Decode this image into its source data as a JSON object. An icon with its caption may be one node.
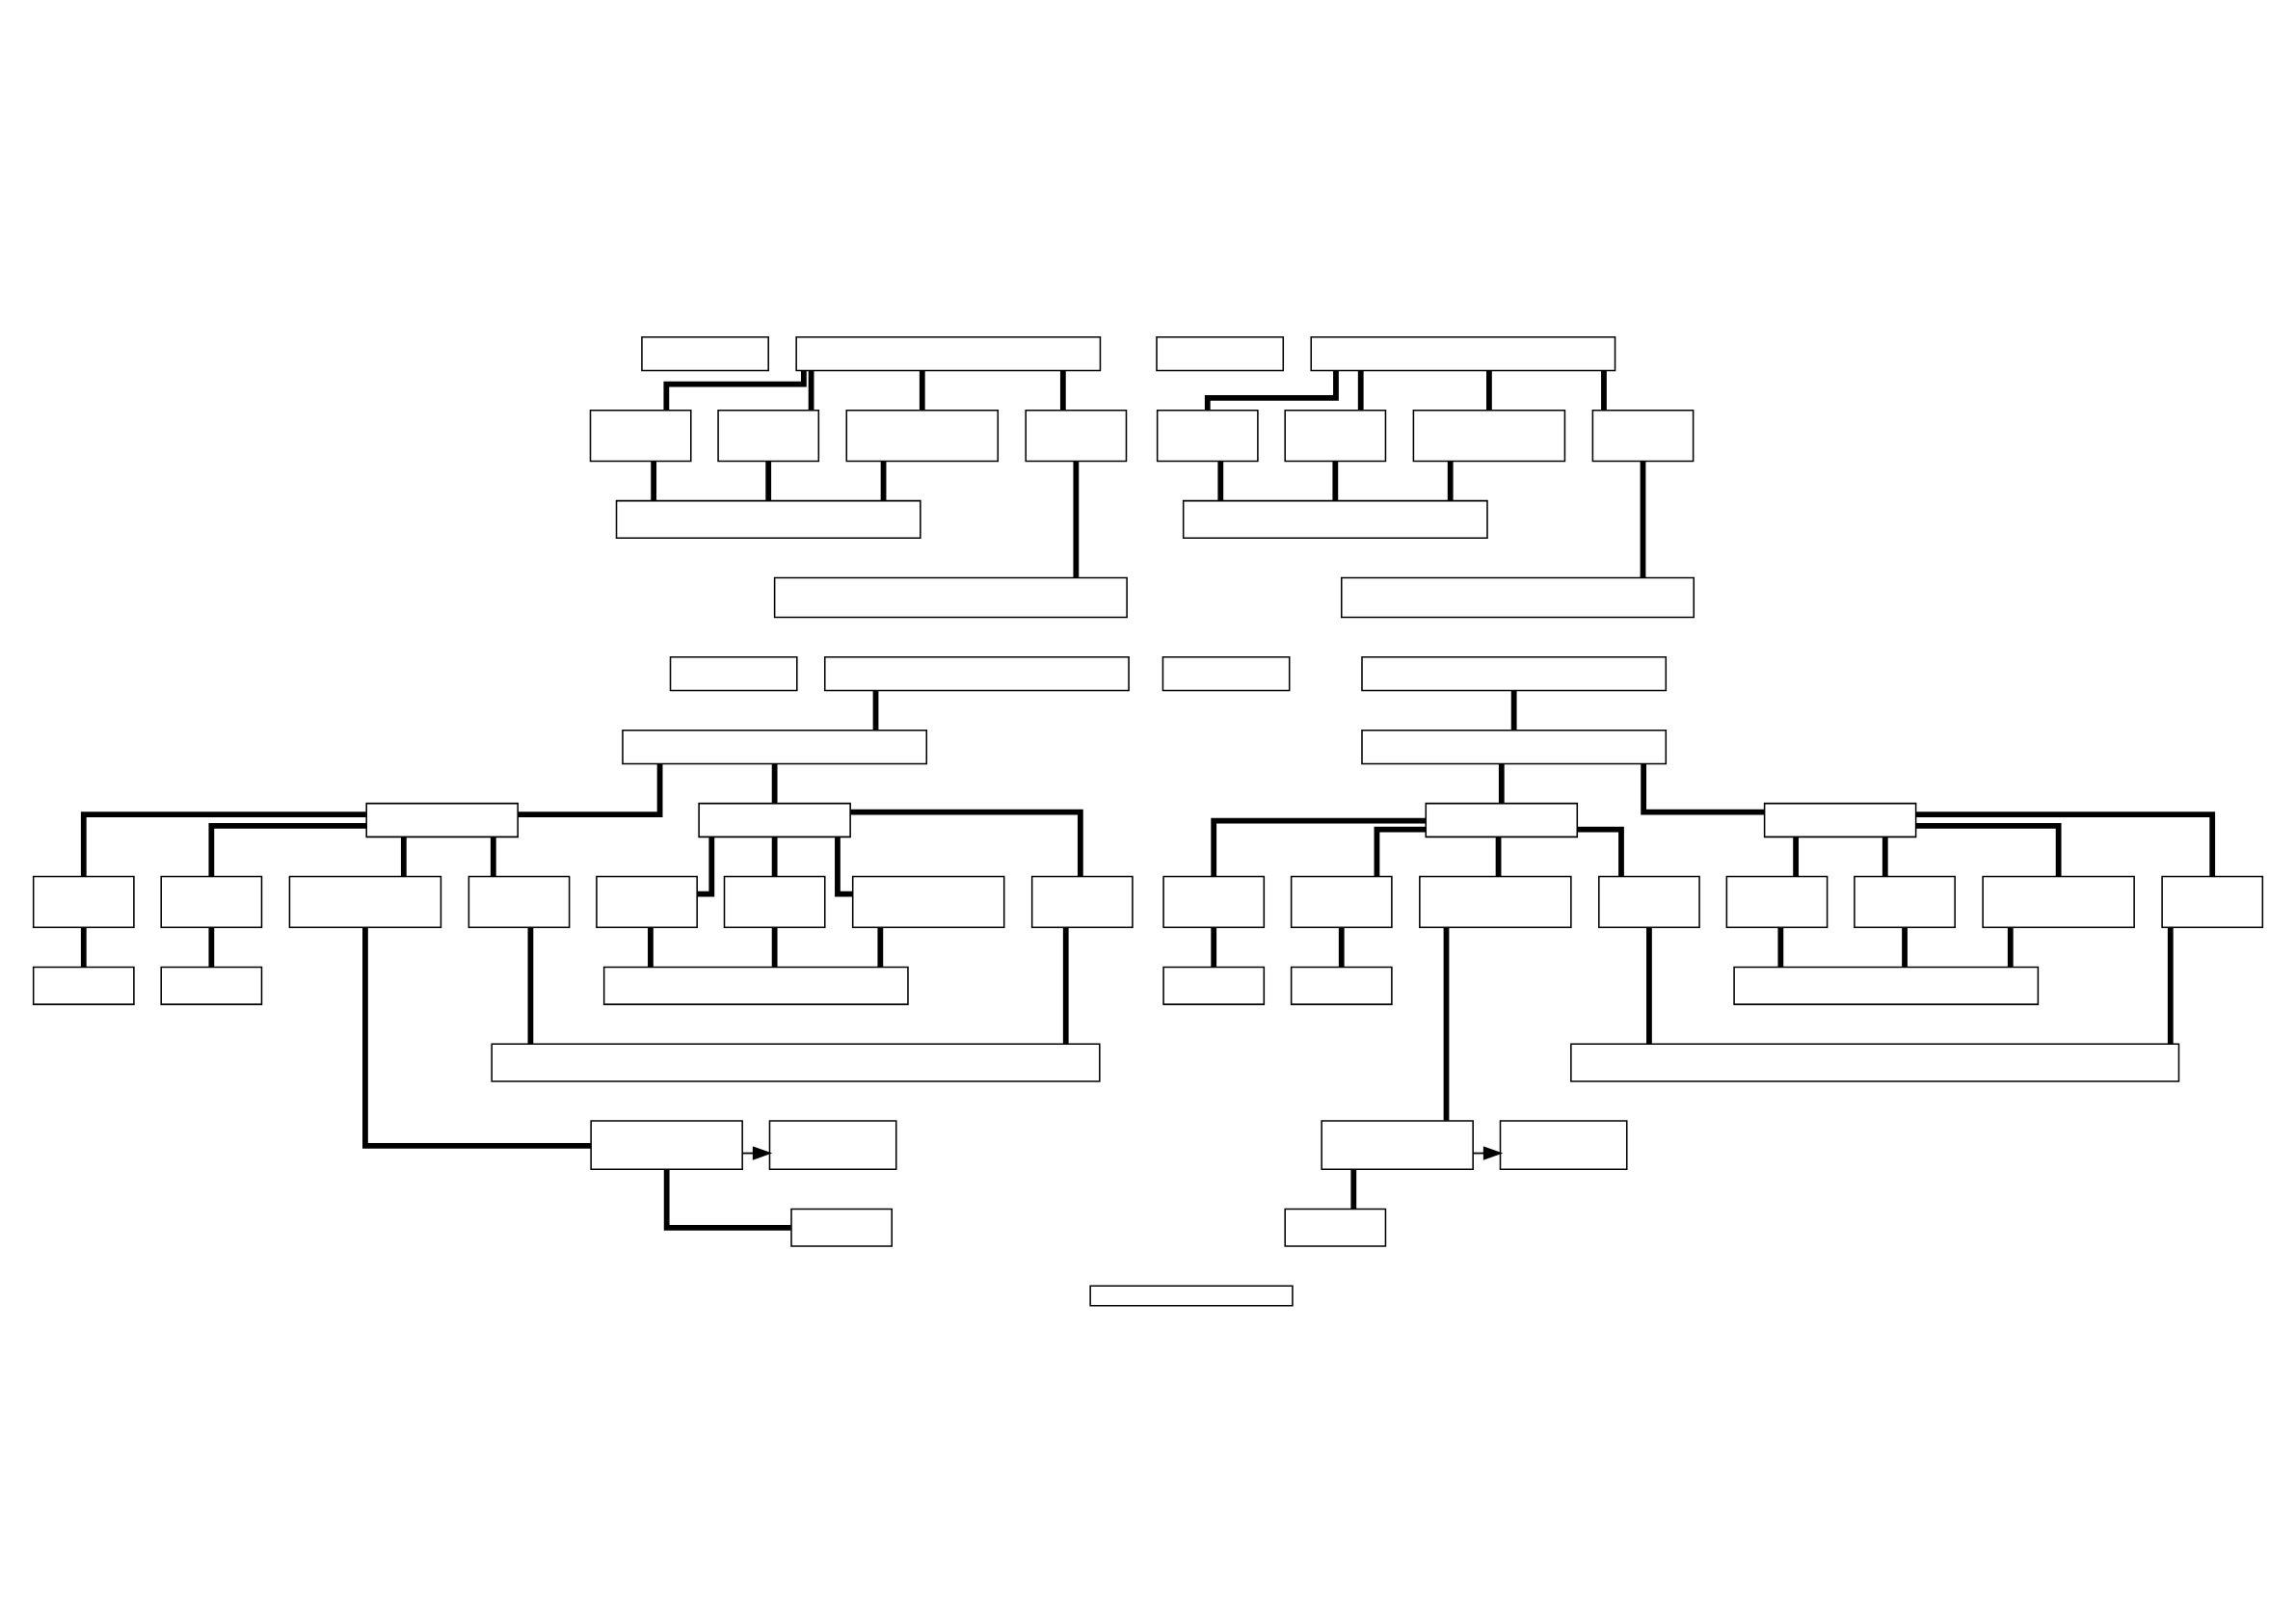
{
  "diagram": {
    "nodes": [
      {
        "text": [],
        "shape": "box"
      },
      {
        "text": [],
        "shape": "box"
      },
      {
        "text": [],
        "shape": "box"
      },
      {
        "text": [],
        "shape": "box"
      },
      {
        "text": [],
        "shape": "box"
      },
      {
        "text": [],
        "shape": "box"
      },
      {
        "text": [],
        "shape": "box"
      },
      {
        "text": [],
        "shape": "box"
      },
      {
        "text": [],
        "shape": "box"
      },
      {
        "text": [],
        "shape": "box"
      },
      {
        "text": [],
        "shape": "box"
      },
      {
        "text": [],
        "shape": "box"
      },
      {
        "text": [],
        "shape": "box"
      },
      {
        "text": [],
        "shape": "box"
      },
      {
        "text": [],
        "shape": "box"
      },
      {
        "text": [],
        "shape": "box"
      },
      {
        "text": [],
        "shape": "box"
      },
      {
        "text": [],
        "shape": "box"
      },
      {
        "text": [],
        "shape": "box"
      },
      {
        "text": [],
        "shape": "box"
      },
      {
        "text": [],
        "shape": "box"
      },
      {
        "text": [],
        "shape": "box"
      },
      {
        "text": [],
        "shape": "box"
      },
      {
        "text": [],
        "shape": "box"
      },
      {
        "text": [],
        "shape": "box"
      },
      {
        "text": [],
        "shape": "box"
      },
      {
        "text": [],
        "shape": "box"
      },
      {
        "text": [],
        "shape": "box"
      },
      {
        "text": [],
        "shape": "box"
      },
      {
        "text": [],
        "shape": "box"
      },
      {
        "text": [],
        "shape": "box"
      },
      {
        "text": [],
        "shape": "box"
      },
      {
        "text": [],
        "shape": "box"
      },
      {
        "text": [],
        "shape": "box"
      },
      {
        "text": [],
        "shape": "box"
      },
      {
        "text": [],
        "shape": "box"
      },
      {
        "text": [],
        "shape": "box"
      },
      {
        "text": [],
        "shape": "box"
      },
      {
        "text": [],
        "shape": "box"
      },
      {
        "text": [],
        "shape": "box"
      },
      {
        "text": [],
        "shape": "box"
      },
      {
        "text": [],
        "shape": "box"
      },
      {
        "text": [],
        "shape": "box"
      },
      {
        "text": [],
        "shape": "box"
      },
      {
        "text": [],
        "shape": "box"
      },
      {
        "text": [],
        "shape": "box"
      },
      {
        "text": [],
        "shape": "box"
      },
      {
        "text": [],
        "shape": "box"
      },
      {
        "text": [],
        "shape": "box"
      },
      {
        "text": [],
        "shape": "box"
      },
      {
        "text": [],
        "shape": "box"
      },
      {
        "text": [],
        "shape": "box"
      },
      {
        "text": [],
        "shape": "box"
      },
      {
        "text": [],
        "shape": "box"
      },
      {
        "text": [],
        "shape": "box"
      },
      {
        "text": [],
        "shape": "box"
      },
      {
        "text": [],
        "shape": "box"
      }
    ],
    "edges": [
      {
        "from": 1,
        "to": 2,
        "arrow": "none"
      },
      {
        "from": 1,
        "to": 3,
        "arrow": "none"
      },
      {
        "from": 1,
        "to": 4,
        "arrow": "none"
      },
      {
        "from": 1,
        "to": 5,
        "arrow": "none"
      },
      {
        "from": 2,
        "to": 6,
        "arrow": "none"
      },
      {
        "from": 3,
        "to": 6,
        "arrow": "none"
      },
      {
        "from": 4,
        "to": 6,
        "arrow": "none"
      },
      {
        "from": 5,
        "to": 7,
        "arrow": "none"
      },
      {
        "from": 9,
        "to": 10,
        "arrow": "none"
      },
      {
        "from": 9,
        "to": 11,
        "arrow": "none"
      },
      {
        "from": 9,
        "to": 12,
        "arrow": "none"
      },
      {
        "from": 9,
        "to": 13,
        "arrow": "none"
      },
      {
        "from": 10,
        "to": 14,
        "arrow": "none"
      },
      {
        "from": 11,
        "to": 14,
        "arrow": "none"
      },
      {
        "from": 12,
        "to": 14,
        "arrow": "none"
      },
      {
        "from": 13,
        "to": 15,
        "arrow": "none"
      },
      {
        "from": 17,
        "to": 18,
        "arrow": "none"
      },
      {
        "from": 18,
        "to": 19,
        "arrow": "none"
      },
      {
        "from": 18,
        "to": 20,
        "arrow": "none"
      },
      {
        "from": 19,
        "to": 21,
        "arrow": "none"
      },
      {
        "from": 19,
        "to": 22,
        "arrow": "none"
      },
      {
        "from": 19,
        "to": 23,
        "arrow": "none"
      },
      {
        "from": 19,
        "to": 24,
        "arrow": "none"
      },
      {
        "from": 20,
        "to": 25,
        "arrow": "none"
      },
      {
        "from": 20,
        "to": 26,
        "arrow": "none"
      },
      {
        "from": 20,
        "to": 27,
        "arrow": "none"
      },
      {
        "from": 20,
        "to": 28,
        "arrow": "none"
      },
      {
        "from": 21,
        "to": 29,
        "arrow": "none"
      },
      {
        "from": 22,
        "to": 30,
        "arrow": "none"
      },
      {
        "from": 23,
        "to": 33,
        "arrow": "none"
      },
      {
        "from": 24,
        "to": 32,
        "arrow": "none"
      },
      {
        "from": 25,
        "to": 31,
        "arrow": "none"
      },
      {
        "from": 26,
        "to": 31,
        "arrow": "none"
      },
      {
        "from": 27,
        "to": 31,
        "arrow": "none"
      },
      {
        "from": 28,
        "to": 32,
        "arrow": "none"
      },
      {
        "from": 33,
        "to": 34,
        "arrow": "to"
      },
      {
        "from": 33,
        "to": 35,
        "arrow": "none"
      },
      {
        "from": 37,
        "to": 38,
        "arrow": "none"
      },
      {
        "from": 38,
        "to": 39,
        "arrow": "none"
      },
      {
        "from": 38,
        "to": 40,
        "arrow": "none"
      },
      {
        "from": 39,
        "to": 41,
        "arrow": "none"
      },
      {
        "from": 39,
        "to": 42,
        "arrow": "none"
      },
      {
        "from": 39,
        "to": 43,
        "arrow": "none"
      },
      {
        "from": 39,
        "to": 44,
        "arrow": "none"
      },
      {
        "from": 40,
        "to": 45,
        "arrow": "none"
      },
      {
        "from": 40,
        "to": 46,
        "arrow": "none"
      },
      {
        "from": 40,
        "to": 47,
        "arrow": "none"
      },
      {
        "from": 40,
        "to": 48,
        "arrow": "none"
      },
      {
        "from": 41,
        "to": 49,
        "arrow": "none"
      },
      {
        "from": 42,
        "to": 50,
        "arrow": "none"
      },
      {
        "from": 43,
        "to": 53,
        "arrow": "none"
      },
      {
        "from": 44,
        "to": 52,
        "arrow": "none"
      },
      {
        "from": 45,
        "to": 51,
        "arrow": "none"
      },
      {
        "from": 46,
        "to": 51,
        "arrow": "none"
      },
      {
        "from": 47,
        "to": 51,
        "arrow": "none"
      },
      {
        "from": 48,
        "to": 52,
        "arrow": "none"
      },
      {
        "from": 53,
        "to": 54,
        "arrow": "to"
      },
      {
        "from": 53,
        "to": 55,
        "arrow": "none"
      }
    ]
  }
}
